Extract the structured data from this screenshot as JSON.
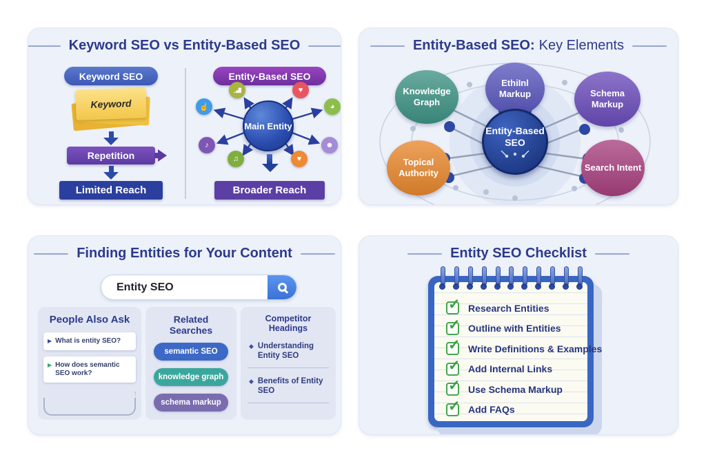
{
  "panel1": {
    "title": "Keyword SEO vs Entity-Based SEO",
    "left": {
      "header": "Keyword SEO",
      "sticky_label": "Keyword",
      "repetition_label": "Repetition",
      "result_label": "Limited Reach"
    },
    "right": {
      "header": "Entity-Based SEO",
      "hub_label": "Main Entity",
      "result_label": "Broader Reach",
      "satellites": [
        {
          "icon": "bar-chart-icon",
          "glyph": "▁▄█",
          "color": "#a9b441"
        },
        {
          "icon": "thumbs-up-icon",
          "glyph": "☝",
          "color": "#3e9ce8"
        },
        {
          "icon": "music-note-icon",
          "glyph": "♪",
          "color": "#7e57b5"
        },
        {
          "icon": "notes-icon",
          "glyph": "♫",
          "color": "#7fae3f"
        },
        {
          "icon": "heart-icon",
          "glyph": "♥",
          "color": "#e85560"
        },
        {
          "icon": "pie-chart-icon",
          "glyph": "◕",
          "color": "#8cbf4a"
        },
        {
          "icon": "person-icon",
          "glyph": "☻",
          "color": "#a58cd6"
        },
        {
          "icon": "heart-icon",
          "glyph": "♥",
          "color": "#ef8a33"
        }
      ]
    }
  },
  "panel2": {
    "title_strong": "Entity-Based SEO:",
    "title_rest": "Key Elements",
    "center_label": "Entity-Based SEO",
    "nodes": [
      {
        "label": "Knowledge Graph",
        "color": "#3f9385"
      },
      {
        "label": "EthiInl Markup",
        "color": "#5a58bc"
      },
      {
        "label": "Schema Markup",
        "color": "#6b4cba"
      },
      {
        "label": "Topical Authority",
        "color": "#e8882e"
      },
      {
        "label": "Search Intent",
        "color": "#a8417f"
      }
    ]
  },
  "panel3": {
    "title": "Finding Entities for Your Content",
    "search": {
      "value": "Entity SEO"
    },
    "paa": {
      "header": "People Also Ask",
      "bracket_arrow": "↑",
      "questions": [
        {
          "text": "What is entity SEO?",
          "bullet": "▶",
          "bullet_color": "#2c4a9e"
        },
        {
          "text": "How does semantic SEO work?",
          "bullet": "▶",
          "bullet_color": "#2aa873"
        }
      ]
    },
    "related": {
      "header": "Related Searches",
      "pills": [
        {
          "label": "semantic SEO",
          "color": "#3d69c6"
        },
        {
          "label": "knowledge graph",
          "color": "#3aa79d"
        },
        {
          "label": "schema markup",
          "color": "#7a6caf"
        }
      ]
    },
    "competitor": {
      "header": "Competitor Headings",
      "bullet": "◆",
      "items": [
        "Understanding Entity SEO",
        "Benefits of Entity SEO"
      ]
    }
  },
  "panel4": {
    "title": "Entity SEO Checklist",
    "check_glyph": "✓",
    "items": [
      "Research Entities",
      "Outline with Entities",
      "Write Definitions & Examples",
      "Add Internal Links",
      "Use Schema Markup",
      "Add FAQs"
    ]
  }
}
